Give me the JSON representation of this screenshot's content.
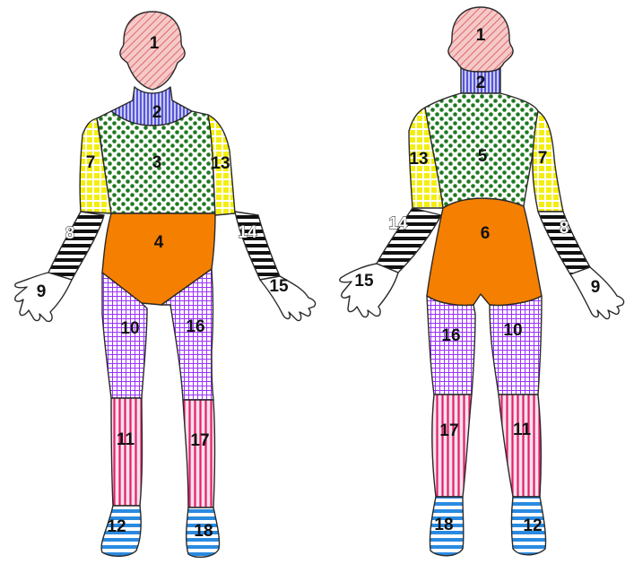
{
  "regions": {
    "head": "1",
    "neck": "2",
    "chest": "3",
    "abdomen": "4",
    "upper_back": "5",
    "buttocks": "6",
    "upper_arm_a": "7",
    "forearm_a": "8",
    "hand_a": "9",
    "thigh_a": "10",
    "lower_leg_a": "11",
    "foot_a": "12",
    "upper_arm_b": "13",
    "forearm_b": "14",
    "hand_b": "15",
    "thigh_b": "16",
    "lower_leg_b": "17",
    "foot_b": "18"
  },
  "colors": {
    "head": "#e87a7a",
    "neck": "#4a4ad8",
    "trunk_dots": "#1e7a1e",
    "abdomen": "#f57f00",
    "upper_arm": "#f4ee10",
    "forearm": "#111111",
    "thigh": "#9b30ff",
    "lower_leg": "#e0206e",
    "foot": "#2a8ae0"
  }
}
